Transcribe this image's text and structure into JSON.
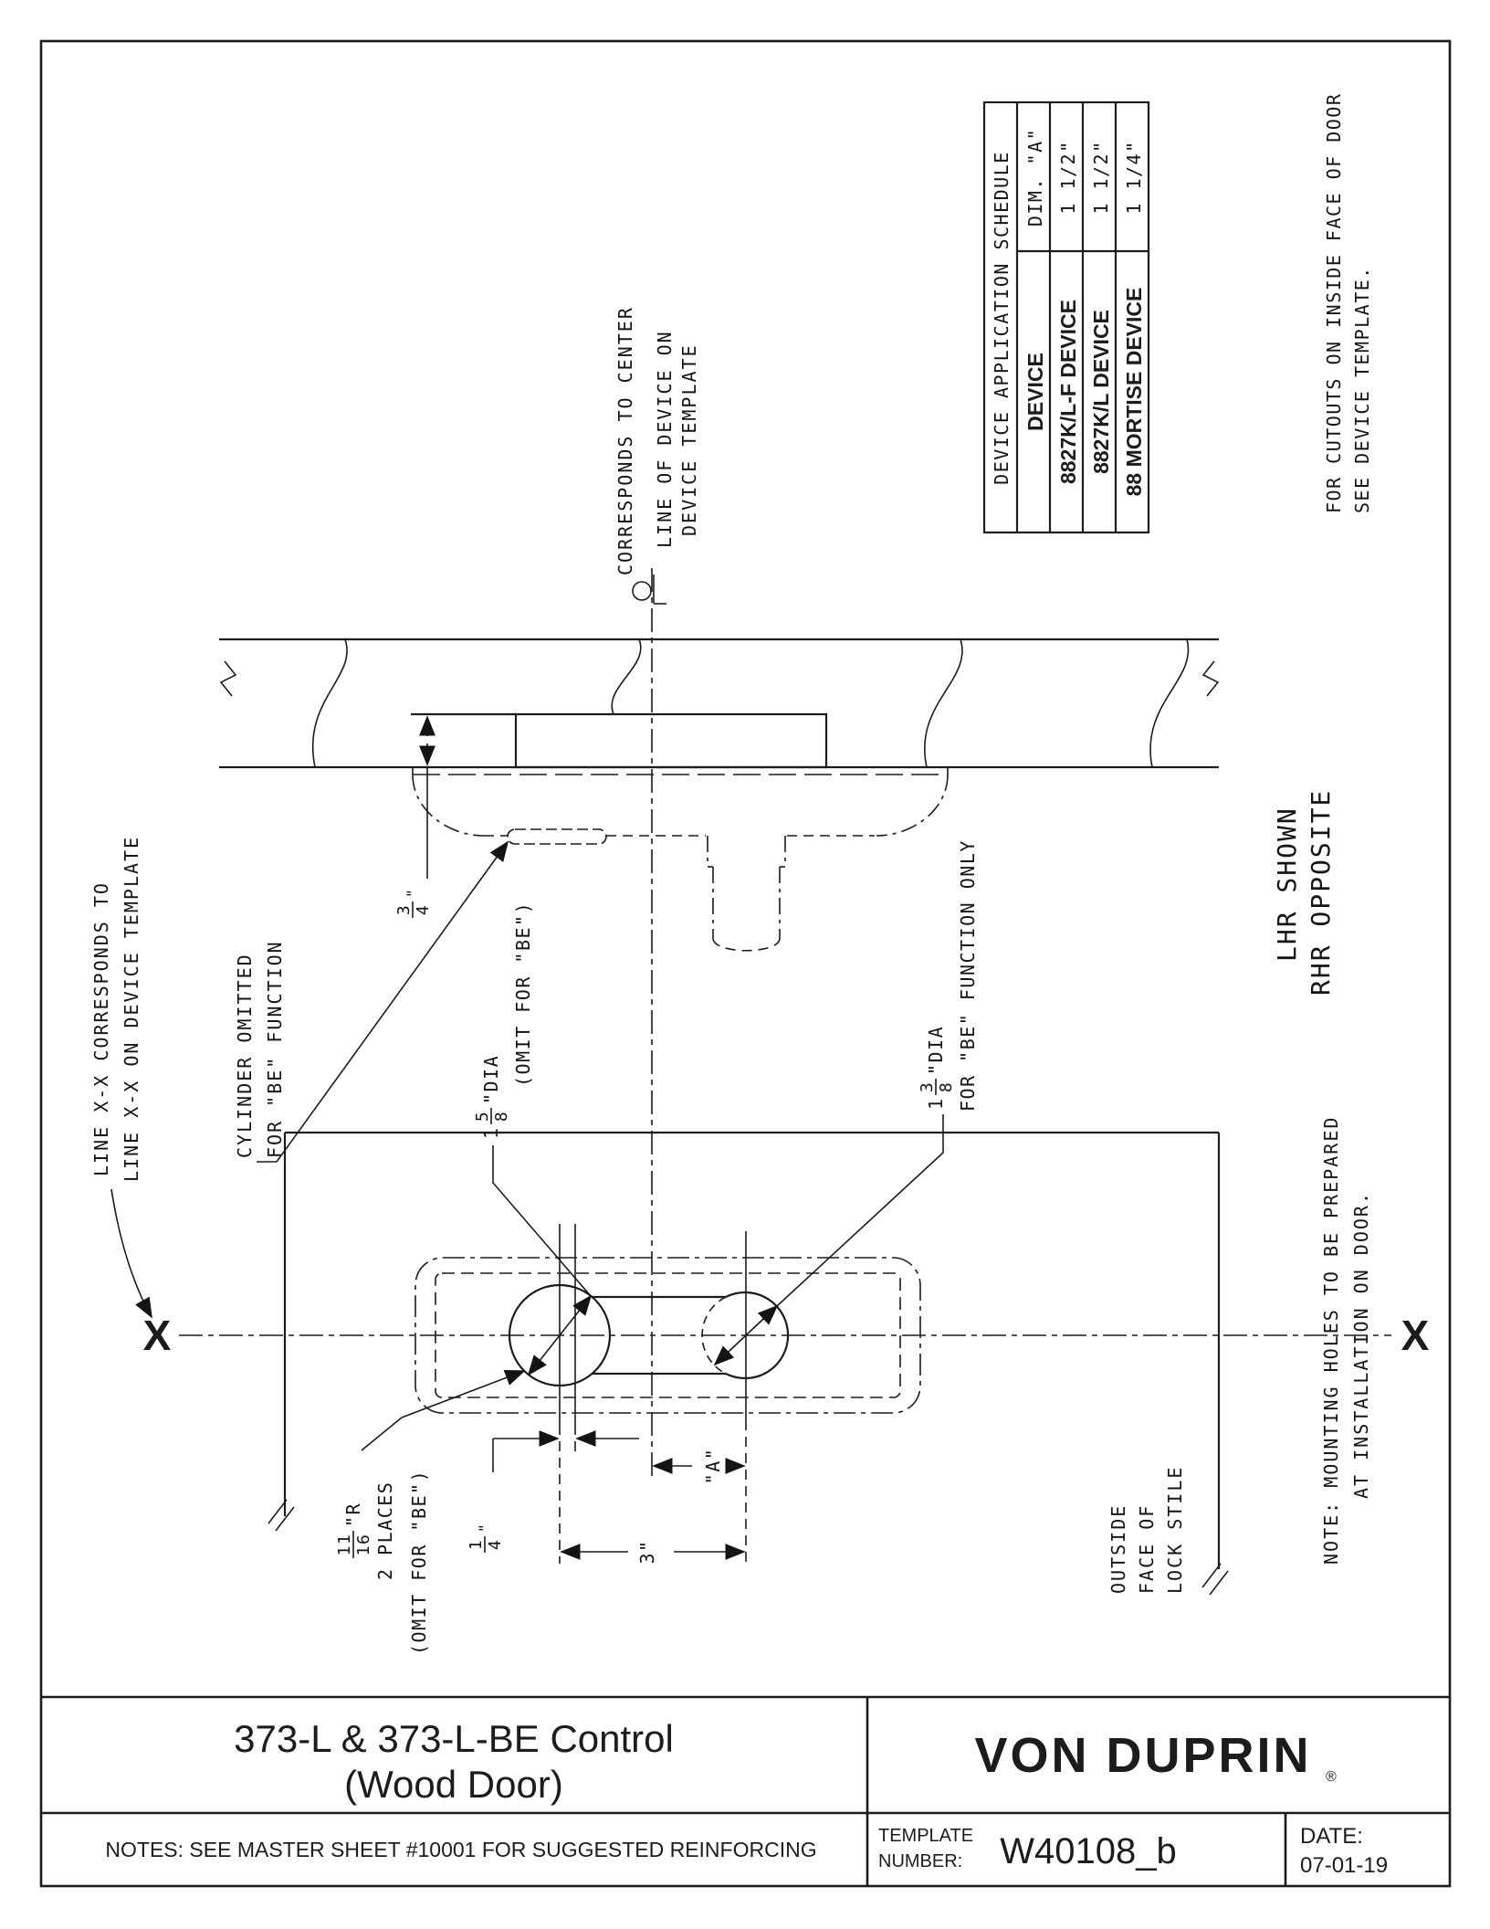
{
  "schedule": {
    "title": "DEVICE APPLICATION SCHEDULE",
    "col_device": "DEVICE",
    "col_dim": "DIM. \"A\"",
    "rows": [
      {
        "device": "8827K/L-F DEVICE",
        "dim": "1 1/2\""
      },
      {
        "device": "8827K/L DEVICE",
        "dim": "1 1/2\""
      },
      {
        "device": "88 MORTISE DEVICE",
        "dim": "1 1/4\""
      }
    ]
  },
  "notes": {
    "cutouts": [
      "FOR CUTOUTS ON INSIDE FACE OF DOOR",
      "SEE DEVICE TEMPLATE."
    ],
    "centerline": [
      "CORRESPONDS TO CENTER",
      "LINE OF DEVICE ON",
      "DEVICE TEMPLATE"
    ],
    "handing": [
      "LHR SHOWN",
      "RHR OPPOSITE"
    ],
    "mounting": [
      "NOTE: MOUNTING HOLES TO BE PREPARED",
      "AT INSTALLATION ON DOOR."
    ],
    "line_xx": [
      "LINE X-X CORRESPONDS TO",
      "LINE X-X ON DEVICE TEMPLATE"
    ],
    "cylinder": [
      "CYLINDER OMITTED",
      "FOR \"BE\" FUNCTION"
    ],
    "lock_stile": [
      "OUTSIDE",
      "FACE OF",
      "LOCK STILE"
    ]
  },
  "dims": {
    "depth": {
      "num": "3",
      "den": "4",
      "suffix": "\""
    },
    "offset": {
      "num": "1",
      "den": "4",
      "suffix": "\""
    },
    "radius": {
      "num": "11",
      "den": "16",
      "suffix": "\"R"
    },
    "radius_note1": "2 PLACES",
    "radius_note2": "(OMIT FOR \"BE\")",
    "hole_main": {
      "whole": "1",
      "num": "5",
      "den": "8",
      "suffix": "\"DIA"
    },
    "hole_main_note": "(OMIT FOR \"BE\")",
    "hole_be": {
      "whole": "1",
      "num": "3",
      "den": "8",
      "suffix": "\"DIA"
    },
    "hole_be_note": "FOR \"BE\" FUNCTION ONLY",
    "span": "3\"",
    "dim_a": "\"A\""
  },
  "markers": {
    "x": "X"
  },
  "title_block": {
    "title_line1": "373-L & 373-L-BE Control",
    "title_line2": "(Wood Door)",
    "brand": "VON DUPRIN",
    "registered": "®",
    "notes": "NOTES: SEE MASTER SHEET #10001 FOR SUGGESTED REINFORCING",
    "template_label1": "TEMPLATE",
    "template_label2": "NUMBER:",
    "template_number": "W40108_b",
    "date_label": "DATE:",
    "date_value": "07-01-19"
  }
}
